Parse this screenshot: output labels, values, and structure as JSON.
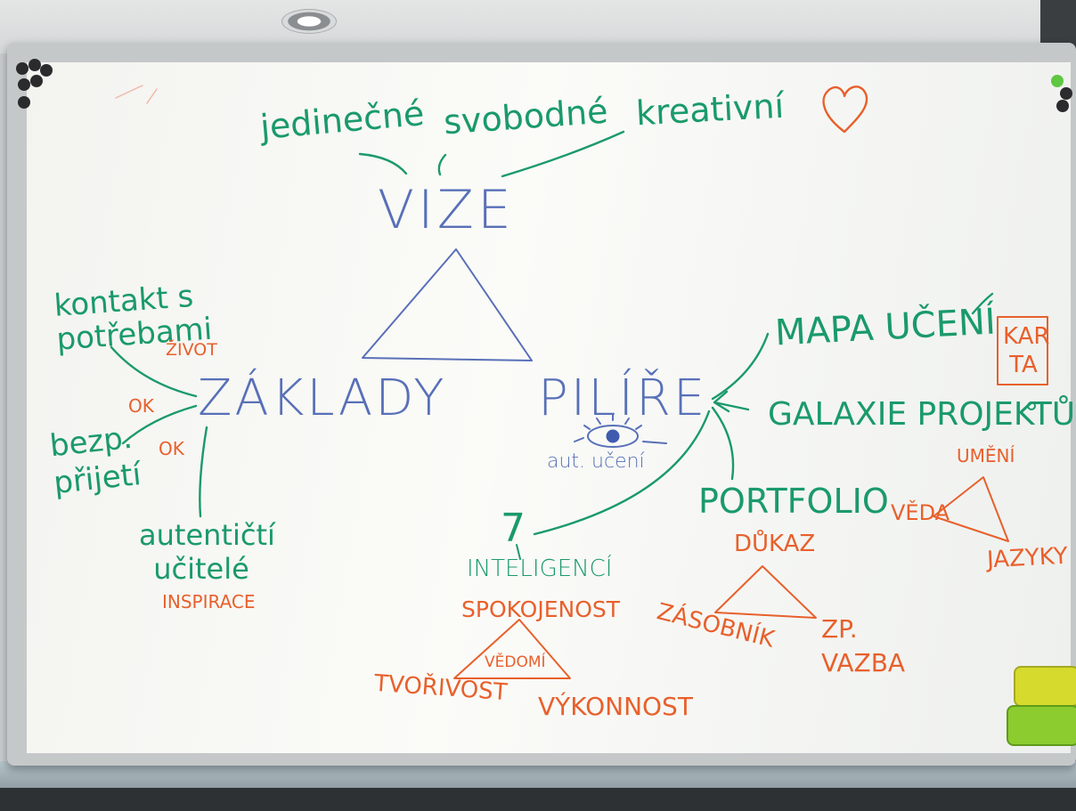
{
  "vision": {
    "title": "VIZE",
    "qualities": [
      "jedinečné",
      "svobodné",
      "kreativní"
    ]
  },
  "foundations": {
    "title": "ZÁKLADY",
    "contact": "kontakt s potřebami",
    "life": "ŽIVOT",
    "ok_1": "OK",
    "safe_acceptance": "bezp. přijetí",
    "ok_2": "OK",
    "authentic_teachers": "autentičtí učitelé",
    "inspiration": "INSPIRACE"
  },
  "pillars": {
    "title": "PILÍŘE",
    "aut_learning": "aut. učení",
    "learning_map": "MAPA UČENÍ",
    "card": "KAR TA",
    "project_galaxy": "GALAXIE PROJEKTŮ",
    "portfolio": "PORTFOLIO"
  },
  "art_triangle": {
    "top": "UMĚNÍ",
    "left": "VĚDA",
    "right": "JAZYKY"
  },
  "portfolio_triangle": {
    "top": "DŮKAZ",
    "left": "ZÁSOBNÍK",
    "right": "ZP. VAZBA"
  },
  "intelligences": {
    "number": "7",
    "label": "INTELIGENCÍ",
    "top": "SPOKOJENOST",
    "center": "VĚDOMÍ",
    "left": "TVOŘIVOST",
    "right": "VÝKONNOST"
  },
  "colors": {
    "blue_marker": "#5870b8",
    "green_marker": "#1a9a6a",
    "orange_marker": "#e8602c",
    "sponge_yellow": "#d6da2c",
    "sponge_green": "#8ccc2e"
  }
}
